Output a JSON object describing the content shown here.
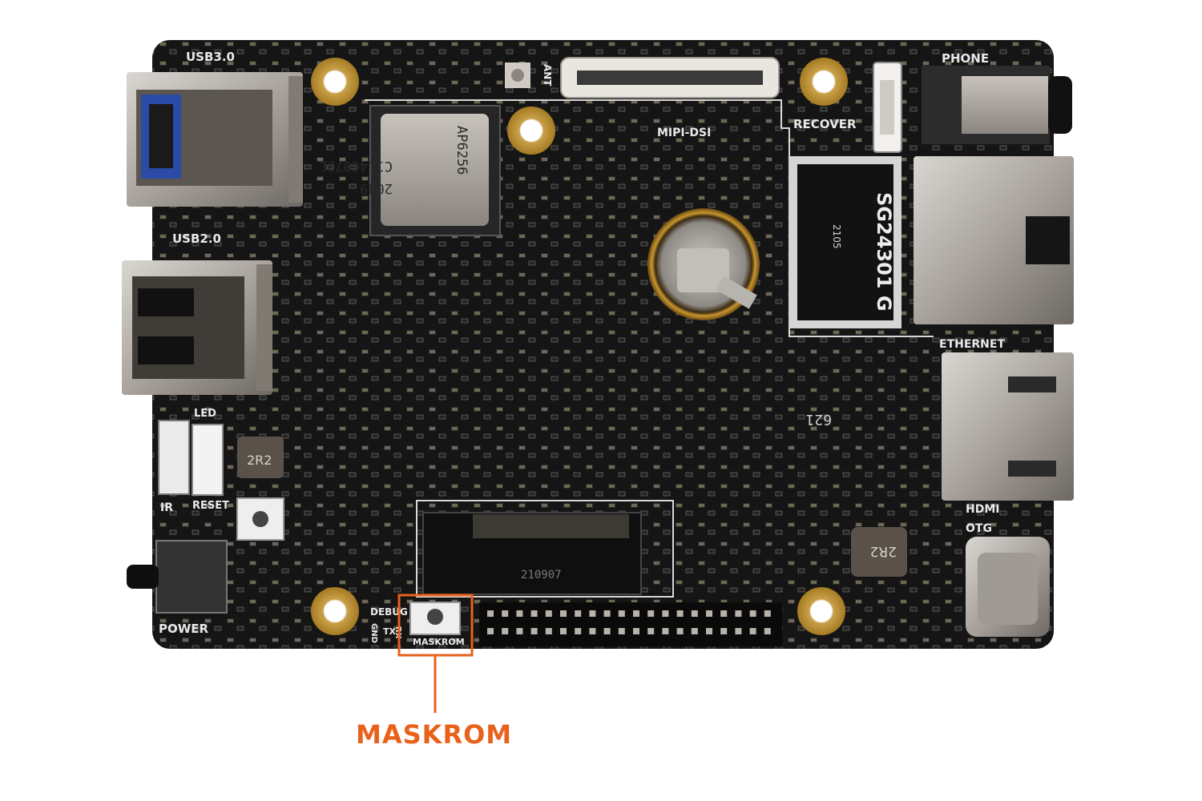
{
  "board": {
    "labels": {
      "usb3": "USB3.0",
      "usb2": "USB2.0",
      "ant": "ANT",
      "mipi_dsi": "MIPI-DSI",
      "recover": "RECOVER",
      "phone": "PHONE",
      "ethernet": "ETHERNET",
      "hdmi": "HDMI",
      "otg": "OTG",
      "led": "LED",
      "ir": "IR",
      "reset": "RESET",
      "power": "POWER",
      "debug": "DEBUG",
      "tx": "TX",
      "rx": "RX",
      "gnd": "GND",
      "maskrom_silk": "MASKROM"
    },
    "chips": {
      "wifi_line1": "AP6256",
      "wifi_line2": "C114C072L",
      "wifi_line3": "2049",
      "ethernet_tf": "SG24301 G",
      "ethernet_tf_code": "2105",
      "m2_code": "210907",
      "inductor_left": "2R2",
      "inductor_right": "2R2",
      "marking": "621"
    }
  },
  "callout": {
    "label": "MASKROM",
    "color": "#e8621c"
  }
}
